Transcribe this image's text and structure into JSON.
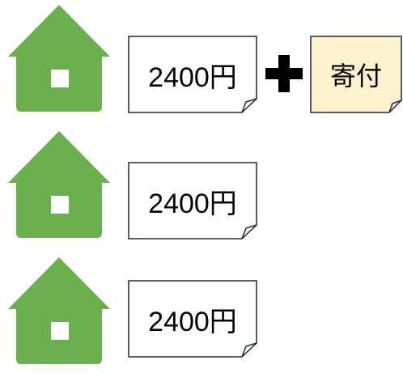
{
  "colors": {
    "house_fill": "#6ab04c",
    "house_window": "#ffffff",
    "note_fill_plain": "#ffffff",
    "note_fill_donation": "#fff2cc",
    "note_border": "#1f2a44",
    "plus_fill": "#000000"
  },
  "rows": [
    {
      "price_label": "2400円",
      "plus_icon": "plus-icon",
      "donation_label": "寄付"
    },
    {
      "price_label": "2400円"
    },
    {
      "price_label": "2400円"
    }
  ]
}
